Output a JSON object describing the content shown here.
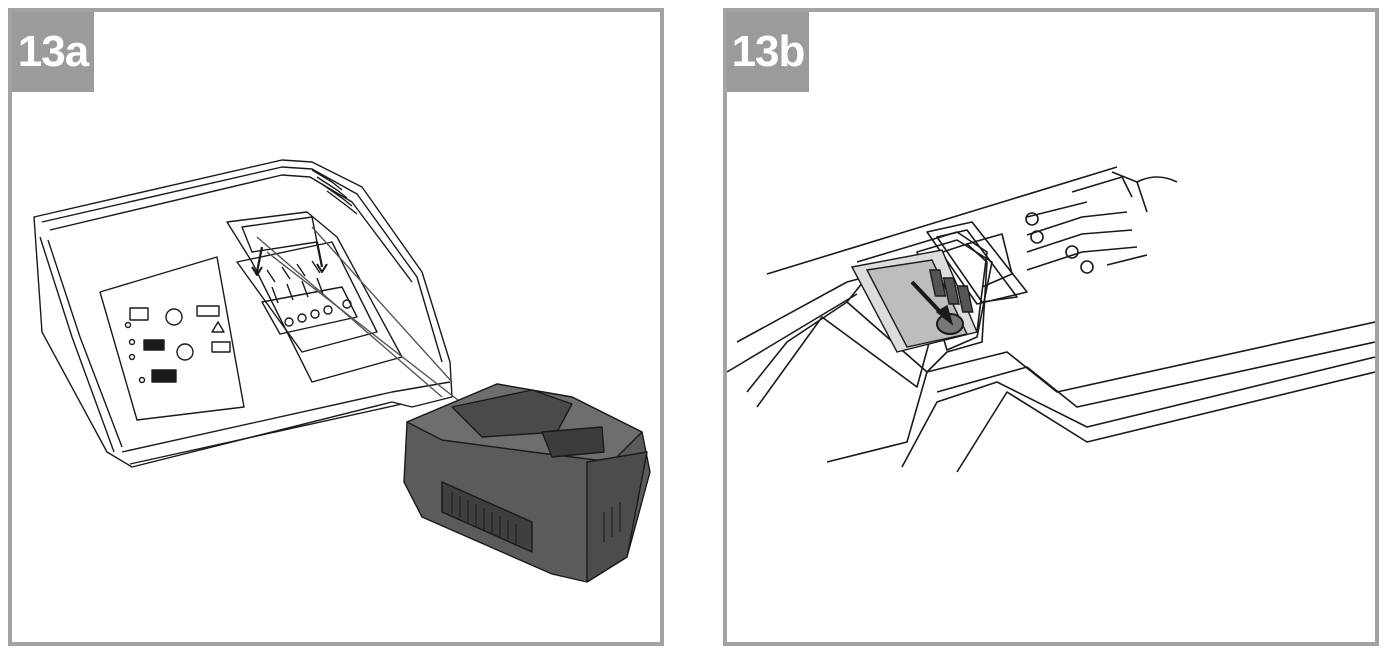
{
  "panels": [
    {
      "label": "13a",
      "illustration": "battery-charger-with-battery-pack"
    },
    {
      "label": "13b",
      "illustration": "battery-charge-indicator-button"
    }
  ],
  "colors": {
    "frame": "#a3a3a3",
    "label_bg": "#9b9b9b",
    "label_text": "#ffffff",
    "line": "#1a1a1a",
    "battery": "#5a5a5a"
  }
}
